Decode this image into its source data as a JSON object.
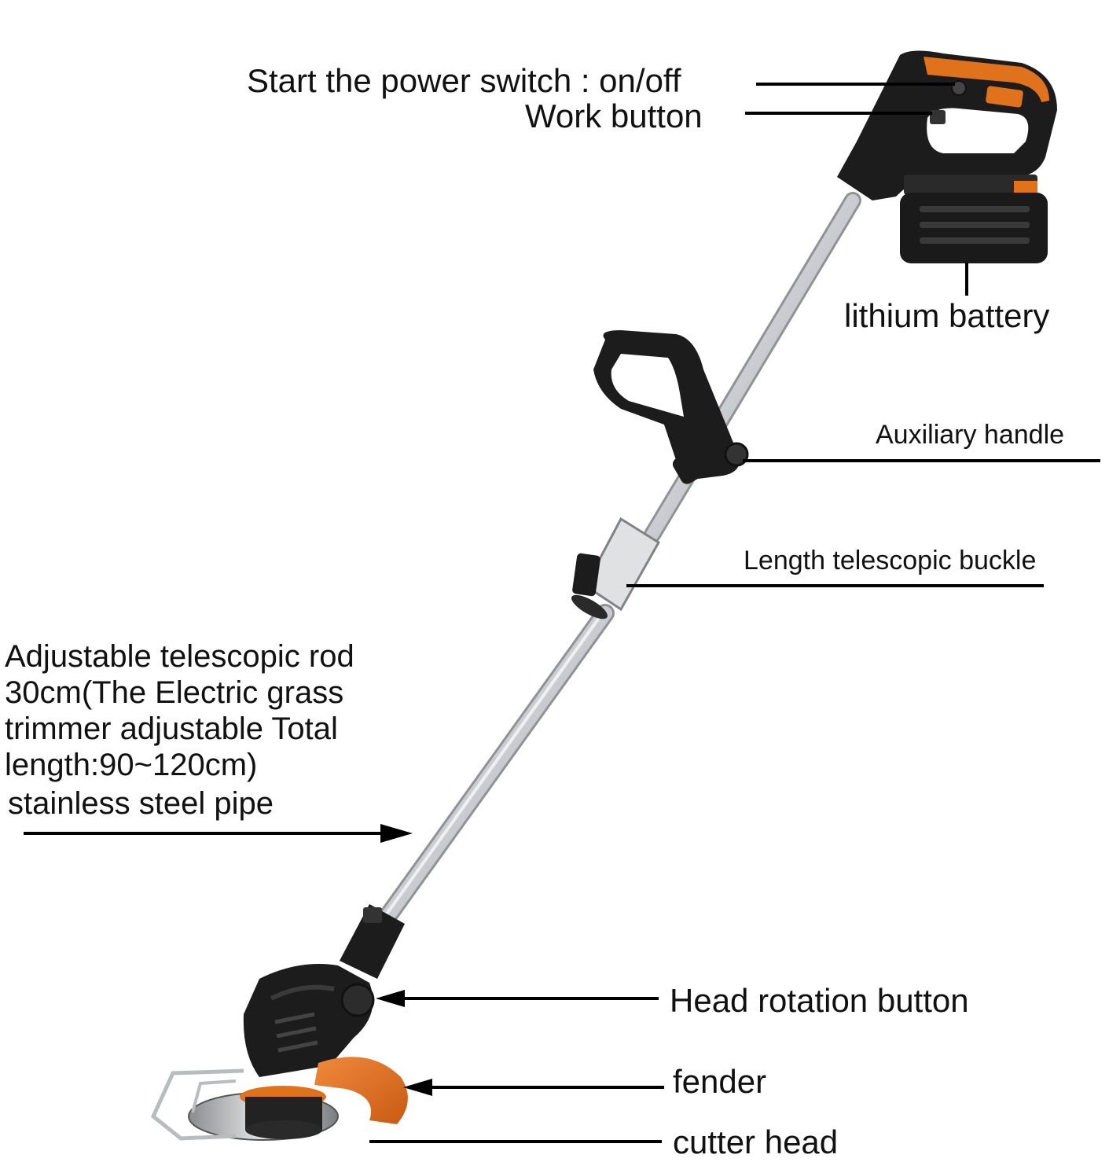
{
  "labels": {
    "power_switch": "Start the power switch : on/off",
    "work_button": "Work button",
    "lithium_battery": "lithium battery",
    "auxiliary_handle": "Auxiliary handle",
    "length_buckle": "Length telescopic buckle",
    "telescopic_rod": "Adjustable telescopic rod\n30cm(The Electric grass\ntrimmer adjustable Total\nlength:90~120cm)",
    "stainless_pipe": "stainless steel pipe",
    "head_rotation": "Head rotation button",
    "fender": "fender",
    "cutter_head": "cutter head"
  },
  "colors": {
    "accent_orange": "#e0721c",
    "body_black": "#1c1c1c",
    "rod_silver": "#cfd2d6",
    "leader_line": "#000000"
  }
}
